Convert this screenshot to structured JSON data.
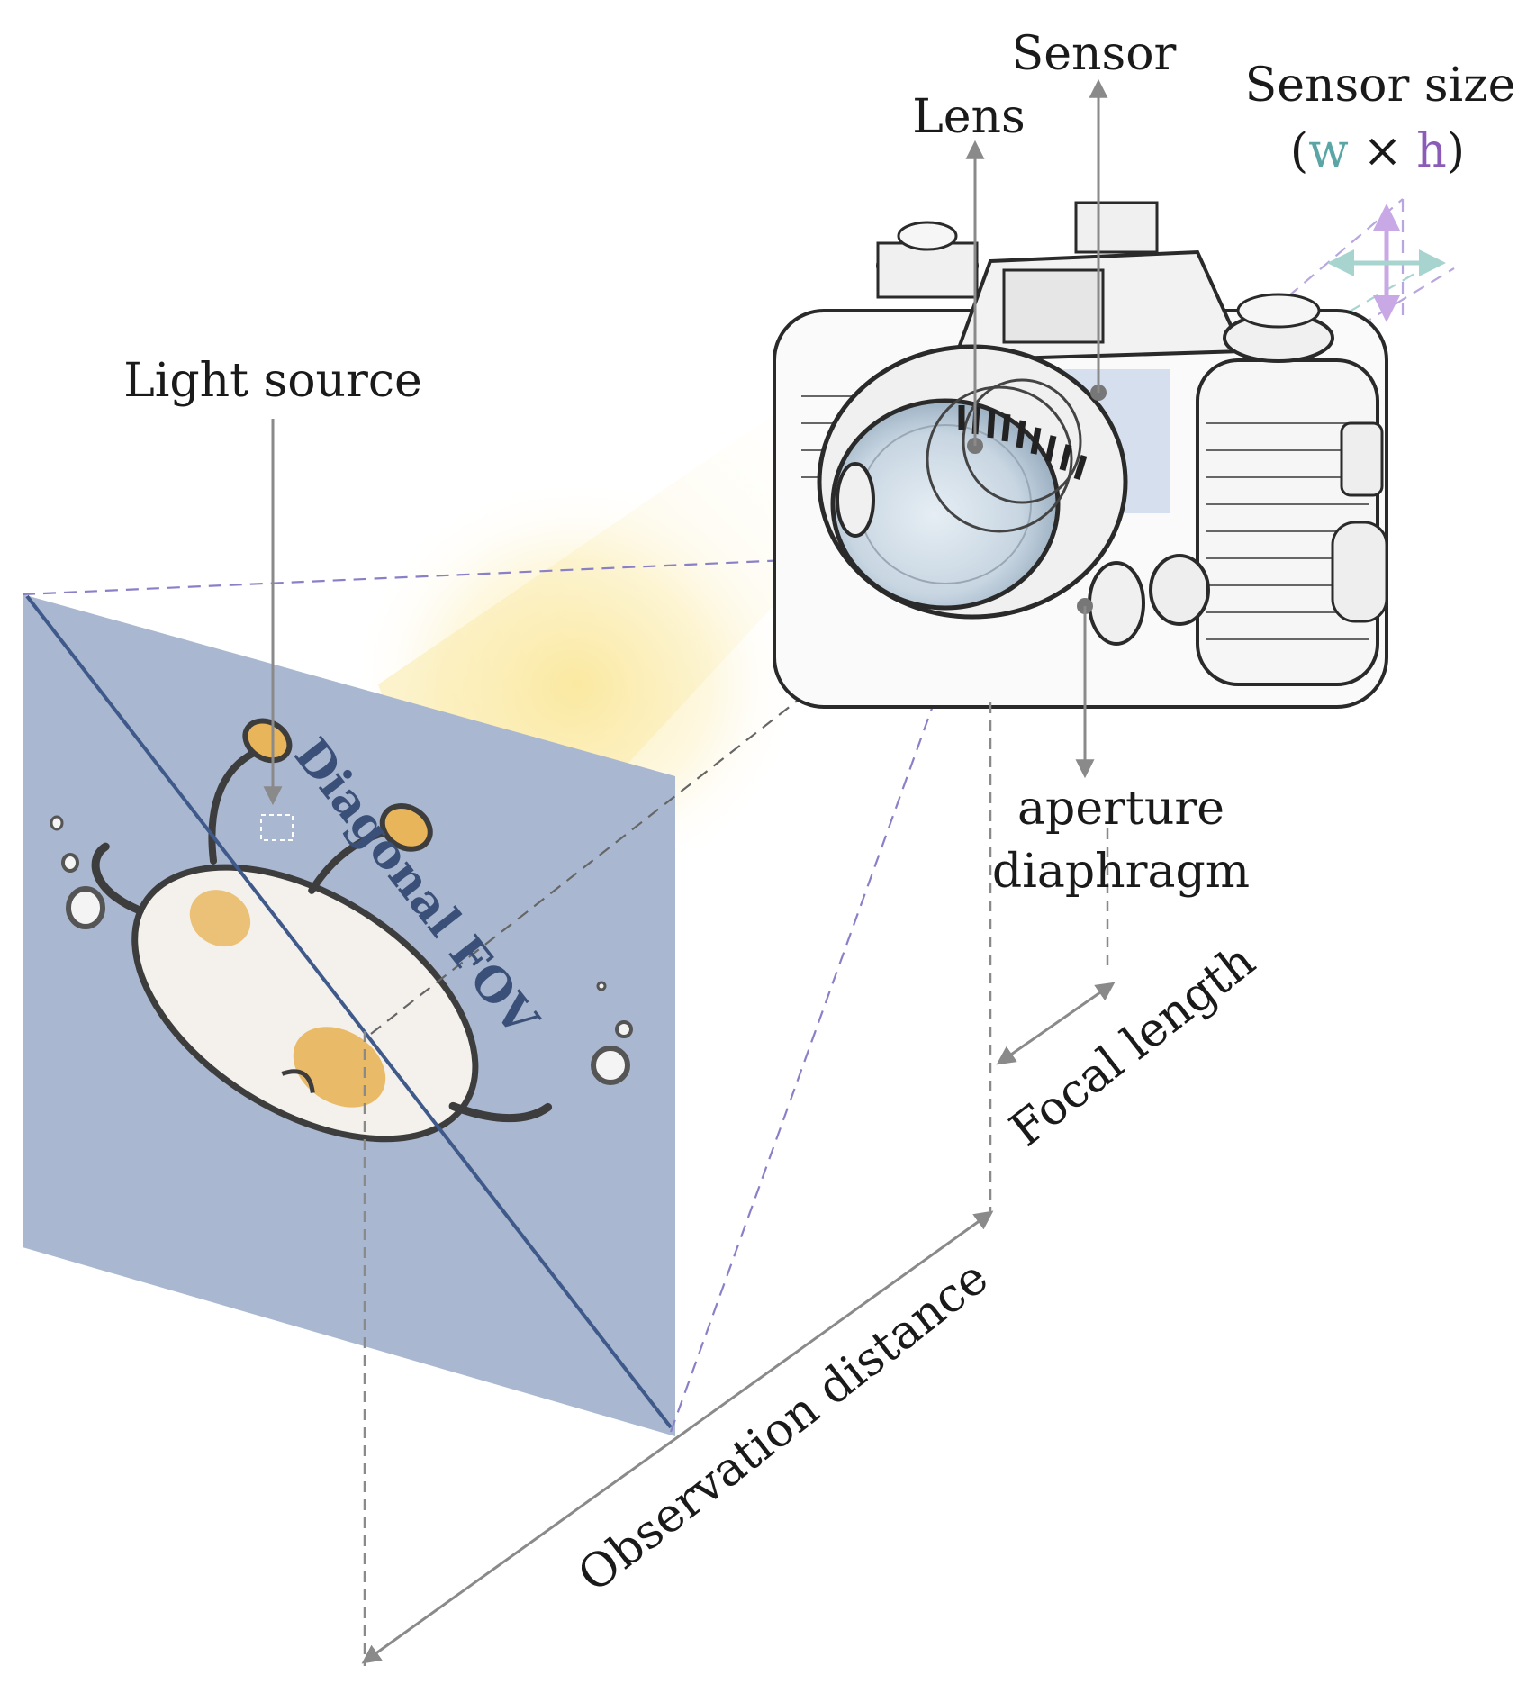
{
  "labels": {
    "sensor": "Sensor",
    "lens": "Lens",
    "sensor_size": "Sensor size",
    "paren_open": "(",
    "w": "w",
    "times": "×",
    "h": "h",
    "paren_close": ")",
    "light_source": "Light source",
    "diagonal_fov": "Diagonal FOV",
    "aperture_line1": "aperture",
    "aperture_line2": "diaphragm",
    "focal_length": "Focal length",
    "observation_distance": "Observation distance"
  },
  "colors": {
    "plane_fill": "#a9b8d0",
    "diagonal": "#3f5a8a",
    "fov_text": "#3a5078",
    "w_color": "#5aa5a5",
    "h_color": "#8a5cb8",
    "arrow_gray": "#8a8a8a",
    "dash_purple": "#8a80c8",
    "light_yellow": "#f9e07a"
  }
}
